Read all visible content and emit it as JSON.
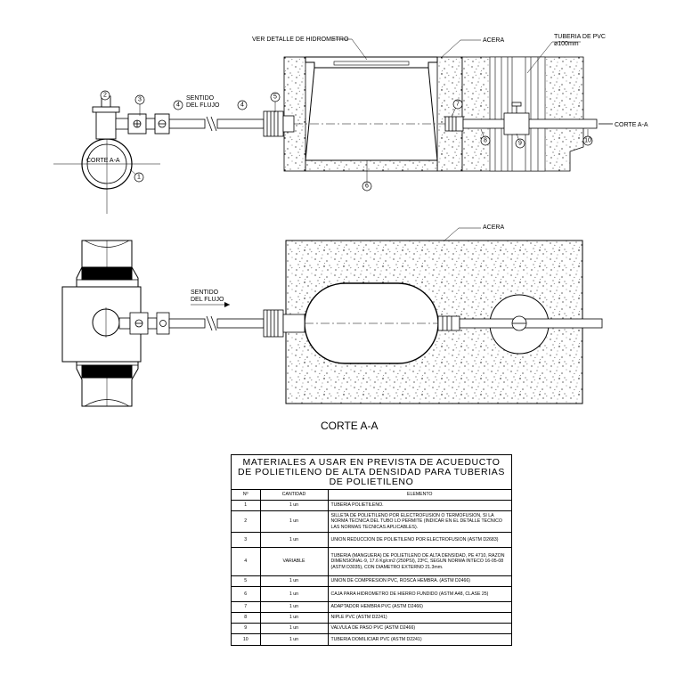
{
  "top_view": {
    "label_detalle": "VER DETALLE DE HIDROMETRO",
    "label_acera": "ACERA",
    "label_tuberia_line1": "TUBERIA DE PVC",
    "label_tuberia_line2": "ø100mm",
    "label_sentido_line1": "SENTIDO",
    "label_sentido_line2": "DEL FLUJO",
    "label_corte_right": "CORTE A-A",
    "label_corte_circle": "CORTE A-A",
    "callouts": [
      "2",
      "3",
      "4",
      "4",
      "5",
      "7",
      "8",
      "9",
      "10",
      "6",
      "1"
    ]
  },
  "plan_view": {
    "label_acera": "ACERA",
    "label_sentido_line1": "SENTIDO",
    "label_sentido_line2": "DEL FLUJO"
  },
  "section_title": "CORTE A-A",
  "materials": {
    "title": "MATERIALES A USAR EN PREVISTA DE ACUEDUCTO DE POLIETILENO DE ALTA DENSIDAD PARA TUBERIAS DE POLIETILENO",
    "headers": [
      "Nº",
      "CANTIDAD",
      "ELEMENTO"
    ],
    "rows": [
      {
        "n": "1",
        "cantidad": "1 un",
        "elemento": "TUBERIA POLIETILENO."
      },
      {
        "n": "2",
        "cantidad": "1 un",
        "elemento": "SILLETA DE POLIETILENO POR ELECTROFUSION O TERMOFUSION, SI LA NORMA TECNICA DEL TUBO LO PERMITE (INDICAR EN EL DETALLE TECNICO LAS NORMAS TECNICAS APLICABLES)."
      },
      {
        "n": "3",
        "cantidad": "1 un",
        "elemento": "UNION REDUCCION DE POLIETILENO POR ELECTROFUSION (ASTM D2683)"
      },
      {
        "n": "4",
        "cantidad": "VARIABLE",
        "elemento": "TUBERIA (MANGUERA) DE POLIETILENO DE ALTA DENSIDAD, PE 4710, RAZON DIMENSIONAL-9, 17.6 Kg/cm2 (250PSI), 23ºC, SEGUN NORMA INTECO 16-05-08 (ASTM D3035), CON DIAMETRO EXTERNO 21.3mm."
      },
      {
        "n": "5",
        "cantidad": "1 un",
        "elemento": "UNION DE COMPRESION PVC, ROSCA HEMBRA. (ASTM D2466)"
      },
      {
        "n": "6",
        "cantidad": "1 un",
        "elemento": "CAJA PARA HIDROMETRO DE HIERRO FUNDIDO (ASTM A48, CLASE 25)"
      },
      {
        "n": "7",
        "cantidad": "1 un",
        "elemento": "ADAPTADOR HEMBRA PVC (ASTM D2466)"
      },
      {
        "n": "8",
        "cantidad": "1 un",
        "elemento": "NIPLE PVC (ASTM D2241)"
      },
      {
        "n": "9",
        "cantidad": "1 un",
        "elemento": "VALVULA DE PASO PVC (ASTM D2466)"
      },
      {
        "n": "10",
        "cantidad": "1 un",
        "elemento": "TUBERIA DOMILICIAR PVC (ASTM D2241)"
      }
    ]
  }
}
